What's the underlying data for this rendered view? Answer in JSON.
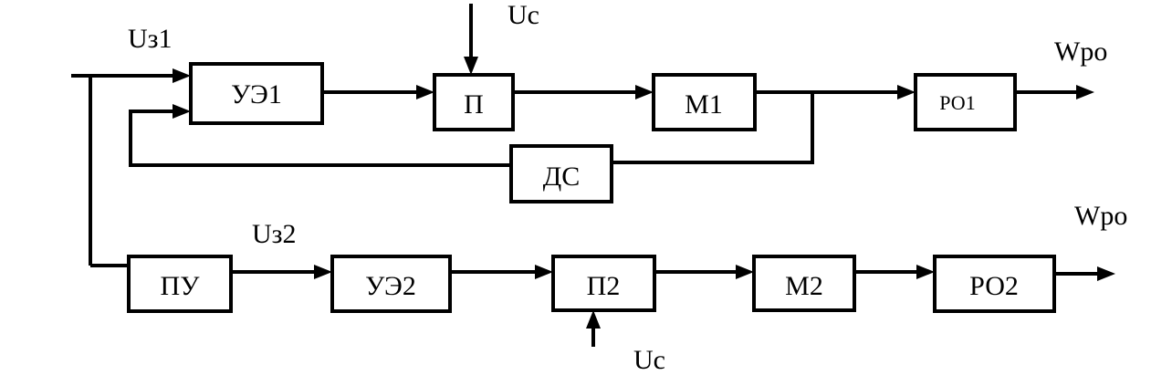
{
  "blocks": {
    "ue1": "УЭ1",
    "p": "П",
    "m1": "М1",
    "ro1": "РО1",
    "ds": "ДС",
    "pu": "ПУ",
    "ue2": "УЭ2",
    "p2": "П2",
    "m2": "М2",
    "ro2": "РО2"
  },
  "signals": {
    "uz1": "Uз1",
    "uz2": "Uз2",
    "uc_top": "Uc",
    "uc_bottom": "Uc",
    "wpo_top": "Wpo",
    "wpo_bottom": "Wpo"
  }
}
